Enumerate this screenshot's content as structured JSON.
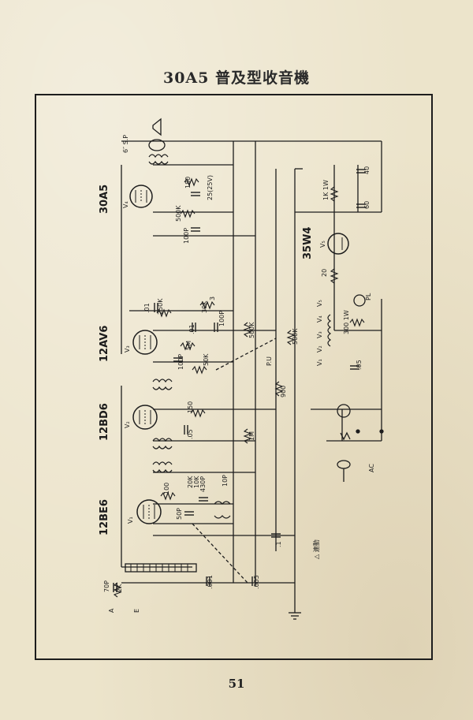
{
  "page": {
    "title": "30A5 普及型收音機",
    "page_number": "51"
  },
  "tubes": {
    "t1": {
      "name": "12BE6",
      "symbol": "V₁"
    },
    "t2": {
      "name": "12BD6",
      "symbol": "V₂"
    },
    "t3": {
      "name": "12AV6",
      "symbol": "V₃"
    },
    "t4": {
      "name": "30A5",
      "symbol": "V₄"
    },
    "t5": {
      "name": "35W4",
      "symbol": "V₅"
    }
  },
  "components": {
    "speaker": "6″ S.P",
    "r_180": "180",
    "r_25": "25(25V)",
    "r_500k_top": "500K",
    "c_100p_top": "100P",
    "c_01a": ".01",
    "r_250k": "250K",
    "r_30k": "30K",
    "c_3": "3",
    "c_01b": ".01",
    "c_100p_mid": "100P",
    "r_5m": "5M",
    "c_100p_v3": "100P",
    "r_50k": "50K",
    "vr_500k_a": "500K",
    "vr_500k_b": "500K",
    "pu": "P.U",
    "r_900": "900",
    "r_150": "150",
    "c_05": ".05",
    "r_1m": "1M",
    "r_100": "100",
    "r_20k": "20K",
    "r_10k": "10K",
    "c_10p": "10P",
    "c_430p": "430P",
    "c_50p": "50P",
    "c_1": ".1",
    "c_001": ".001",
    "c_005": ".005",
    "c_70p": "70P",
    "r_2k": "2K",
    "c_40": "40",
    "r_1k_1w": "1K 1W",
    "c_60": "60",
    "r_20": "20",
    "pl": "PL",
    "r_300_1w": "300 1W",
    "c_05_b": ".05",
    "ac": "AC",
    "gang_note": "△ 連動",
    "antenna": "A",
    "earth": "E"
  },
  "heater_taps": [
    "V₅",
    "V₄",
    "V₃",
    "V₂",
    "V₁"
  ]
}
